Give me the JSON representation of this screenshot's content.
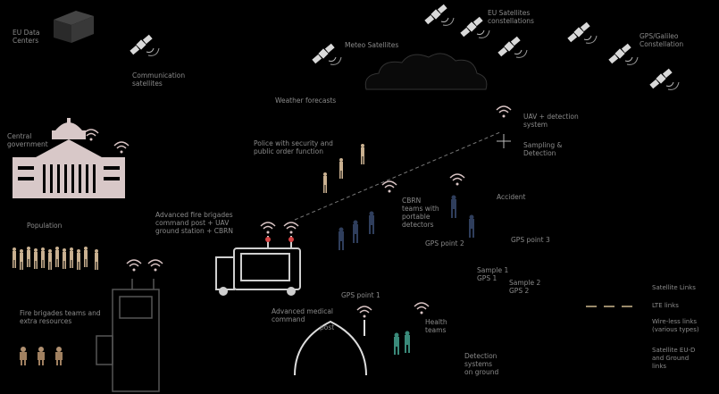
{
  "labels": {
    "eu_data_centers": [
      "EU Data",
      "Centers"
    ],
    "communication_satellites": [
      "Communication",
      "satellites"
    ],
    "meteo_satellites": [
      "Meteo Satellites"
    ],
    "eu_satellites_constellations": [
      "EU Satellites",
      "constellations"
    ],
    "gps_galileo_constellation": [
      "GPS/Galileo",
      "Constellation"
    ],
    "weather_forecasts": [
      "Weather forecasts"
    ],
    "central_government": [
      "Central",
      "government"
    ],
    "police_security": [
      "Police with security and",
      "public order function"
    ],
    "uav_detection": [
      "UAV + detection",
      "system"
    ],
    "sampling_detection": [
      "Sampling &",
      "Detection"
    ],
    "accident": [
      "Accident"
    ],
    "cbrn_teams": [
      "CBRN",
      "teams with",
      "portable",
      "detectors"
    ],
    "gps_point_2": [
      "GPS point 2"
    ],
    "gps_point_3": [
      "GPS point 3"
    ],
    "sample_1": [
      "Sample 1",
      "GPS 1"
    ],
    "sample_2": [
      "Sample 2",
      "GPS 2"
    ],
    "advanced_fire_brigades": [
      "Advanced fire brigades",
      "command post + UAV",
      "ground station + CBRN"
    ],
    "population": [
      "Population"
    ],
    "fire_brigades_teams": [
      "Fire brigades teams and",
      "extra resources"
    ],
    "advanced_medical": [
      "Advanced medical",
      "command",
      "post"
    ],
    "gps_point_1": [
      "GPS point 1"
    ],
    "health_teams": [
      "Health",
      "teams"
    ],
    "detection_systems": [
      "Detection",
      "systems",
      "on ground"
    ]
  },
  "legend": {
    "satellite_links": [
      "Satellite Links"
    ],
    "lte_links": [
      "LTE links"
    ],
    "wire_links": [
      "Wire-less links",
      "(various types)"
    ],
    "satellite_ground_links": [
      "Satellite EU-D",
      "and Ground",
      "links"
    ]
  },
  "colors": {
    "background": "#000000",
    "text": "#8a8a8a",
    "building": "#d8c8c8",
    "satellite": "#d9d9d9",
    "person": "#b9a888",
    "cbrn": "#2a3a55",
    "health": "#3a8a7a",
    "fire": "#b09070"
  },
  "icons": [
    "data-center-icon",
    "satellite-icon",
    "cloud-icon",
    "government-building-icon",
    "police-icon",
    "uav-icon",
    "cbrn-team-icon",
    "fire-truck-icon",
    "medical-tent-icon",
    "fire-tower-icon",
    "population-icon",
    "wifi-icon"
  ]
}
